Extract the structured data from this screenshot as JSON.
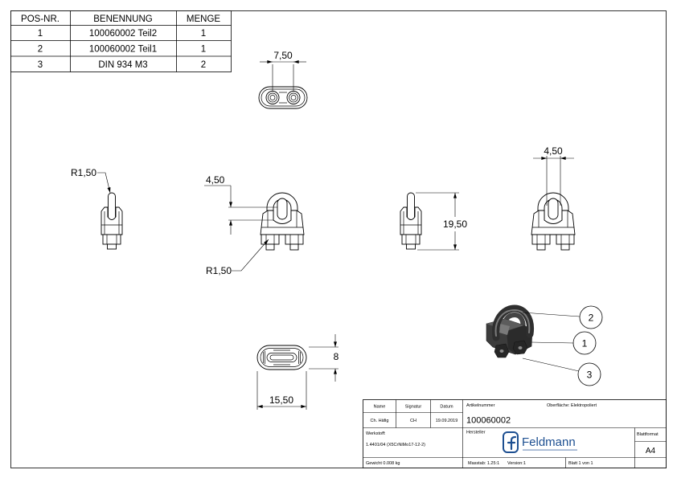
{
  "bom": {
    "headers": [
      "POS-NR.",
      "BENENNUNG",
      "MENGE"
    ],
    "rows": [
      [
        "1",
        "100060002 Teil2",
        "1"
      ],
      [
        "2",
        "100060002 Teil1",
        "1"
      ],
      [
        "3",
        "DIN 934 M3",
        "2"
      ]
    ]
  },
  "views": {
    "top": {
      "width_dim": "7,50"
    },
    "left_side": {
      "radius_dim": "R1,50"
    },
    "front": {
      "offset_dim": "4,50",
      "radius_dim": "R1,50"
    },
    "right_side": {
      "height_dim": "19,50"
    },
    "back": {
      "width_dim": "4,50"
    },
    "bottom": {
      "height_dim": "8",
      "width_dim": "15,50"
    }
  },
  "balloons": [
    {
      "number": "2"
    },
    {
      "number": "1"
    },
    {
      "number": "3"
    }
  ],
  "title_block": {
    "name_label": "Name",
    "signature_label": "Signatur",
    "date_label": "Datum",
    "drawn_by": "Ch. Häfig",
    "signature": "CH",
    "date": "19.09.2019",
    "article_label": "Artikelnummer",
    "article_number": "100060002",
    "surface": "Oberfläche: Elektropoliert",
    "material_label": "Werkstoff:",
    "material": "1.4401/04 (X5CrNiMo17-12-2)",
    "manufacturer_label": "Hersteller",
    "manufacturer_logo": "Feldmann",
    "sheet_format_label": "Blattformat",
    "sheet_format": "A4",
    "weight": "Gewicht 0.008 kg",
    "scale": "Masstab: 1.25:1",
    "version": "Version:1",
    "sheet": "Blatt 1 von 1"
  },
  "colors": {
    "line": "#000000",
    "logo": "#1d4f91",
    "part_shade": "#3a3a3a"
  }
}
